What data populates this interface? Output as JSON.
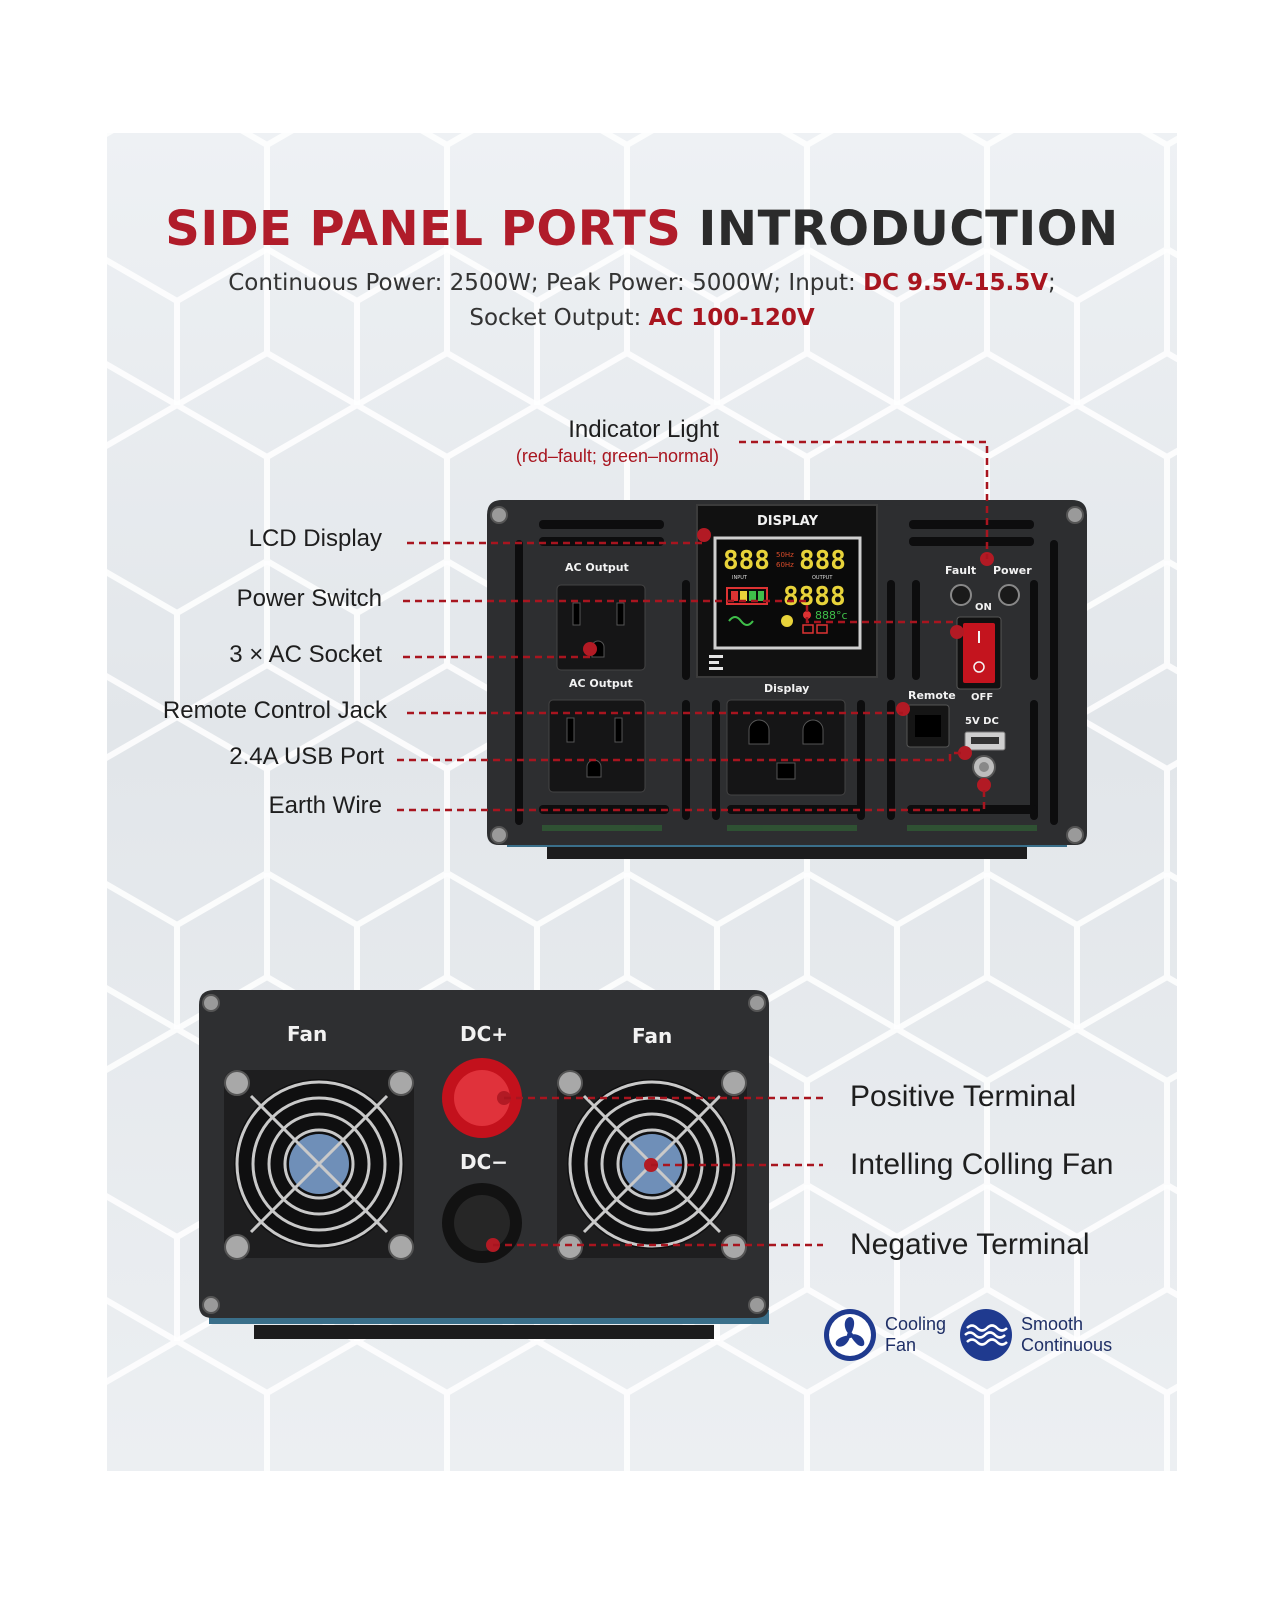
{
  "header": {
    "title_red": "SIDE PANEL PORTS",
    "title_dark": "INTRODUCTION",
    "line1_prefix": "Continuous Power: 2500W; Peak Power: 5000W; Input: ",
    "line1_highlight": "DC 9.5V-15.5V",
    "line1_suffix": ";",
    "line2_prefix": "Socket Output: ",
    "line2_highlight": "AC 100-120V"
  },
  "front_labels": {
    "indicator_light": "Indicator Light",
    "indicator_note": "(red–fault; green–normal)",
    "lcd_display": "LCD Display",
    "power_switch": "Power Switch",
    "ac_socket": "3 × AC Socket",
    "remote_jack": "Remote Control Jack",
    "usb_port": "2.4A USB Port",
    "earth_wire": "Earth Wire"
  },
  "front_panel_text": {
    "display_header": "DISPLAY",
    "ac_output_1": "AC Output",
    "ac_output_2": "AC Output",
    "display_label": "Display",
    "fault": "Fault",
    "power": "Power",
    "on": "ON",
    "off": "OFF",
    "remote": "Remote",
    "usb": "5V  DC",
    "lcd_in": "888",
    "lcd_out": "888",
    "lcd_watts": "8888",
    "lcd_temp": "888°c",
    "hz_50": "50Hz",
    "hz_60": "60Hz",
    "input": "INPUT",
    "output": "OUTPUT"
  },
  "rear_labels": {
    "positive_terminal": "Positive Terminal",
    "cooling_fan": "Intelling Colling Fan",
    "negative_terminal": "Negative Terminal"
  },
  "rear_panel_text": {
    "fan_left": "Fan",
    "fan_right": "Fan",
    "dc_plus": "DC+",
    "dc_minus": "DC−"
  },
  "badges": [
    {
      "icon": "fan-icon",
      "line1": "Cooling",
      "line2": "Fan"
    },
    {
      "icon": "wave-icon",
      "line1": "Smooth",
      "line2": "Continuous"
    }
  ],
  "colors": {
    "accent_red": "#a8151f",
    "title_red": "#b01c2a",
    "badge_blue": "#1f3a8f",
    "panel": "#2d2e30"
  }
}
